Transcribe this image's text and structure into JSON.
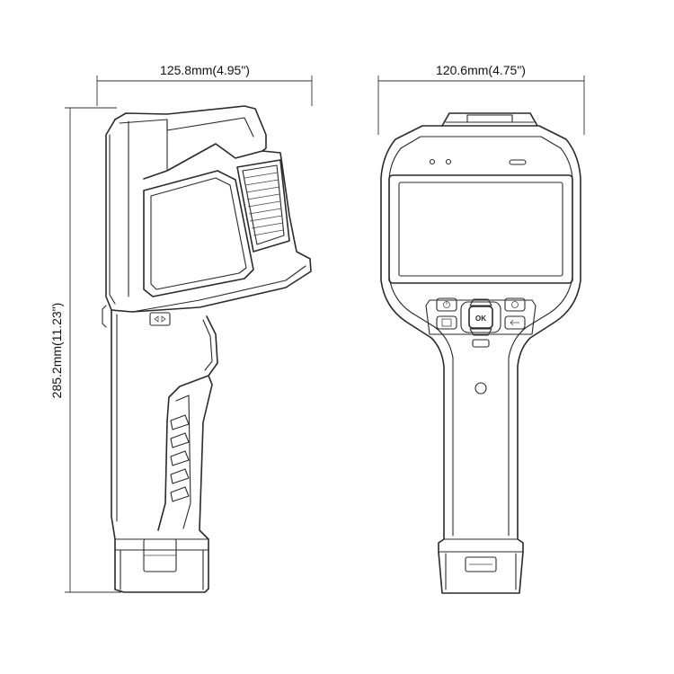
{
  "dimensions": {
    "side_width": "125.8mm(4.95\")",
    "front_width": "120.6mm(4.75\")",
    "height": "285.2mm(11.23\")"
  },
  "buttons": {
    "ok_label": "OK"
  }
}
